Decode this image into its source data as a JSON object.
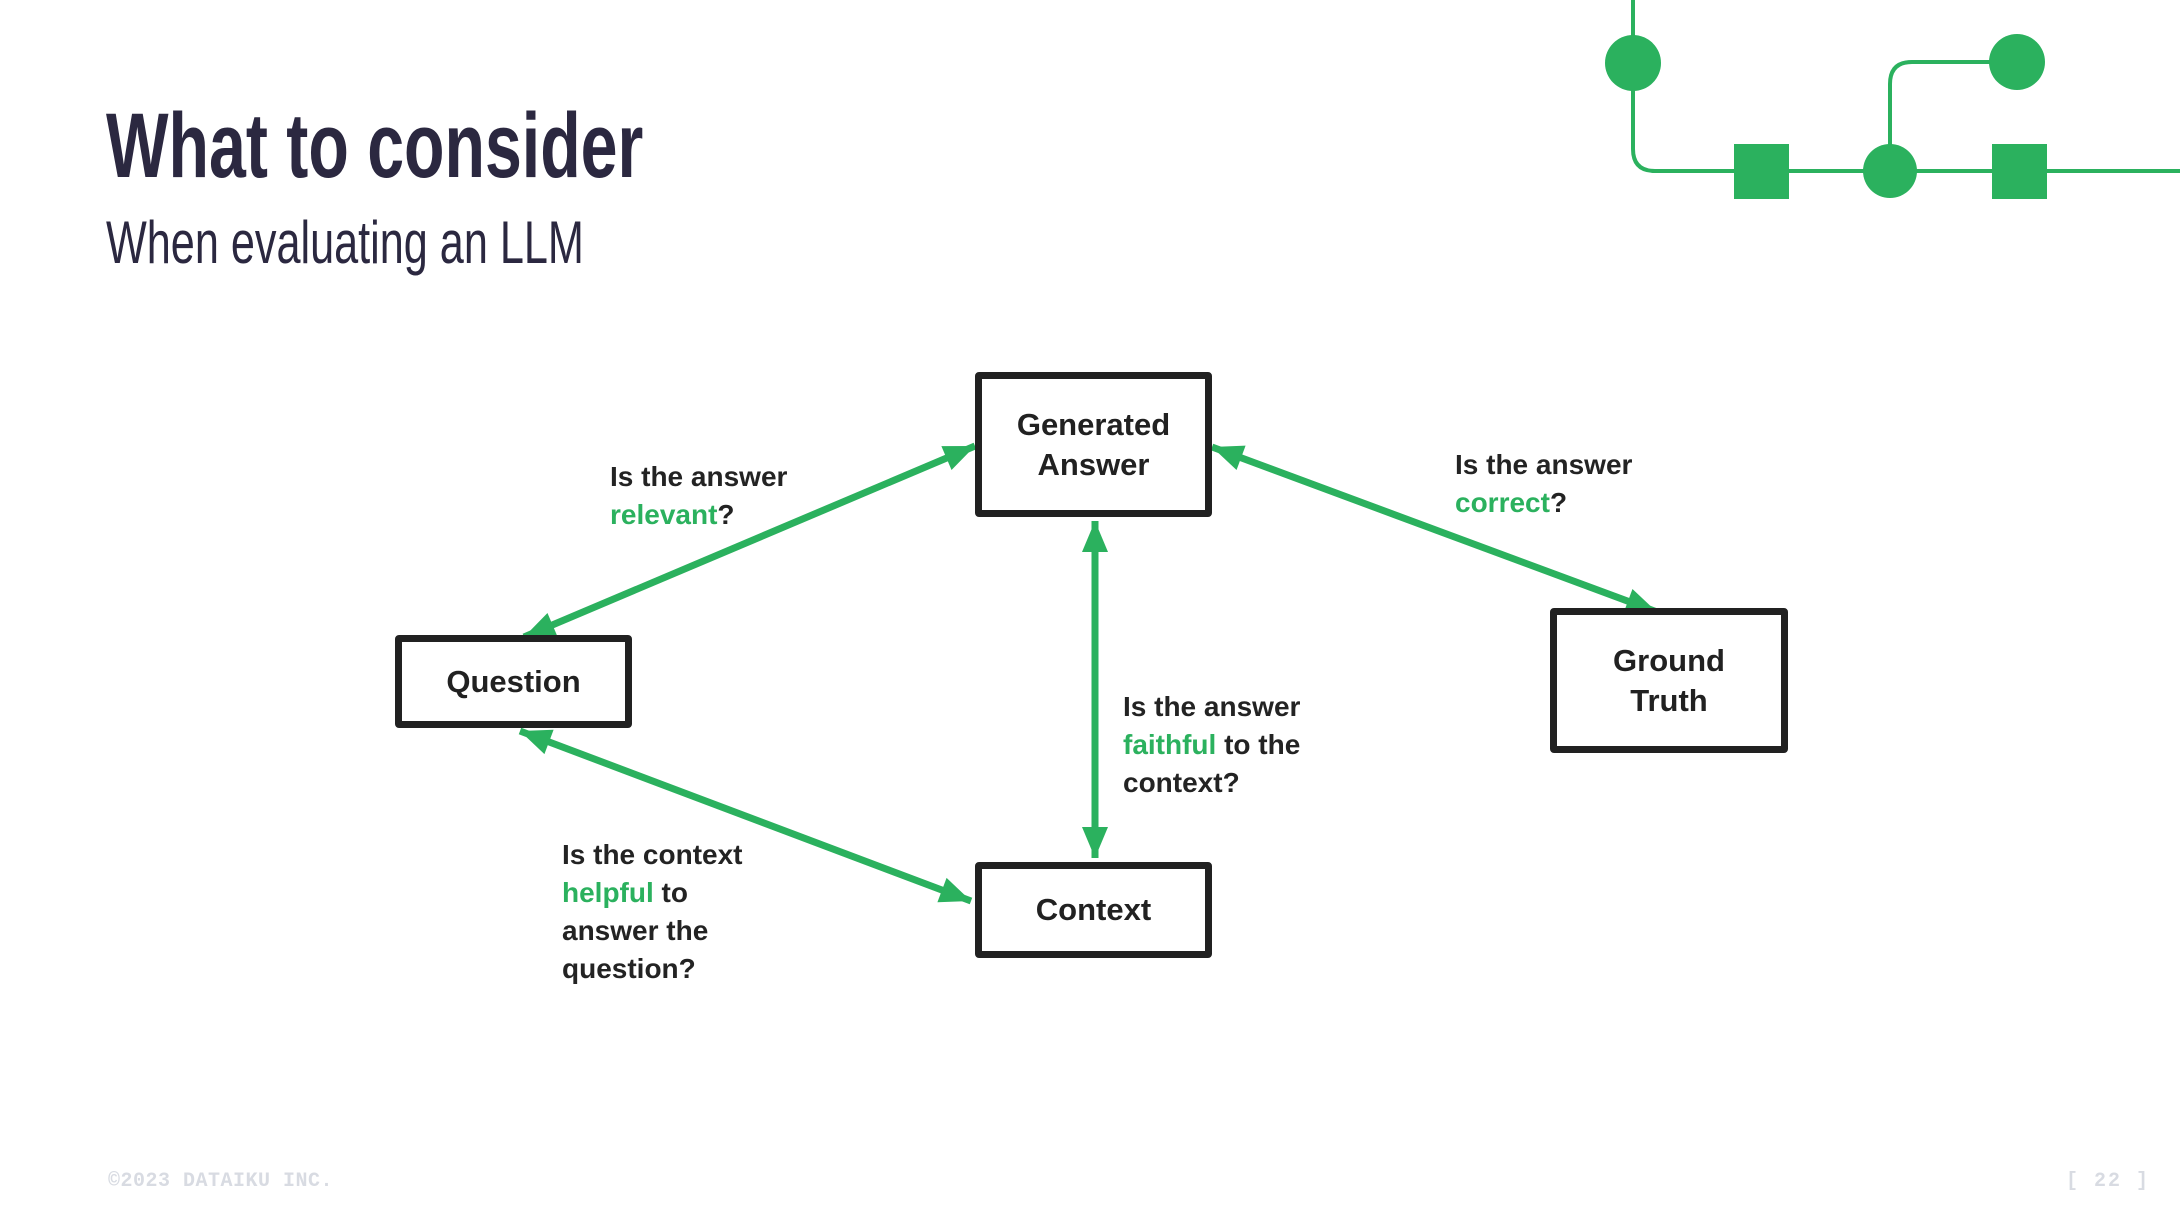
{
  "slide": {
    "title": "What to consider",
    "subtitle": "When evaluating an LLM",
    "footer_left": "©2023 DATAIKU INC.",
    "page_number": "[ 22 ]"
  },
  "colors": {
    "accent_green": "#2bb15e",
    "title_navy": "#2b2840",
    "node_border_black": "#212121",
    "footer_gray": "#d8dbe2"
  },
  "decor": {
    "icon": "pipeline-flow-graphic"
  },
  "diagram": {
    "nodes": {
      "generated_answer": {
        "line1": "Generated",
        "line2": "Answer"
      },
      "question": {
        "line1": "Question"
      },
      "ground_truth": {
        "line1": "Ground",
        "line2": "Truth"
      },
      "context": {
        "line1": "Context"
      }
    },
    "edges": [
      {
        "from": "question",
        "to": "generated_answer",
        "question": "relevance",
        "style": "double-arrow"
      },
      {
        "from": "generated_answer",
        "to": "ground_truth",
        "question": "correctness",
        "style": "double-arrow"
      },
      {
        "from": "generated_answer",
        "to": "context",
        "question": "faithfulness",
        "style": "double-arrow"
      },
      {
        "from": "question",
        "to": "context",
        "question": "helpfulness",
        "style": "double-arrow"
      }
    ],
    "questions": {
      "relevance": {
        "line1": "Is the answer",
        "keyword": "relevant",
        "after_keyword": "?"
      },
      "correctness": {
        "line1": "Is the answer",
        "keyword": "correct",
        "after_keyword": "?"
      },
      "faithfulness": {
        "line1": "Is the answer",
        "keyword": "faithful",
        "after_keyword": " to the",
        "line3": "context?"
      },
      "helpfulness": {
        "line1": "Is the context",
        "keyword": "helpful",
        "after_keyword": " to",
        "line3": "answer the",
        "line4": "question?"
      }
    }
  }
}
